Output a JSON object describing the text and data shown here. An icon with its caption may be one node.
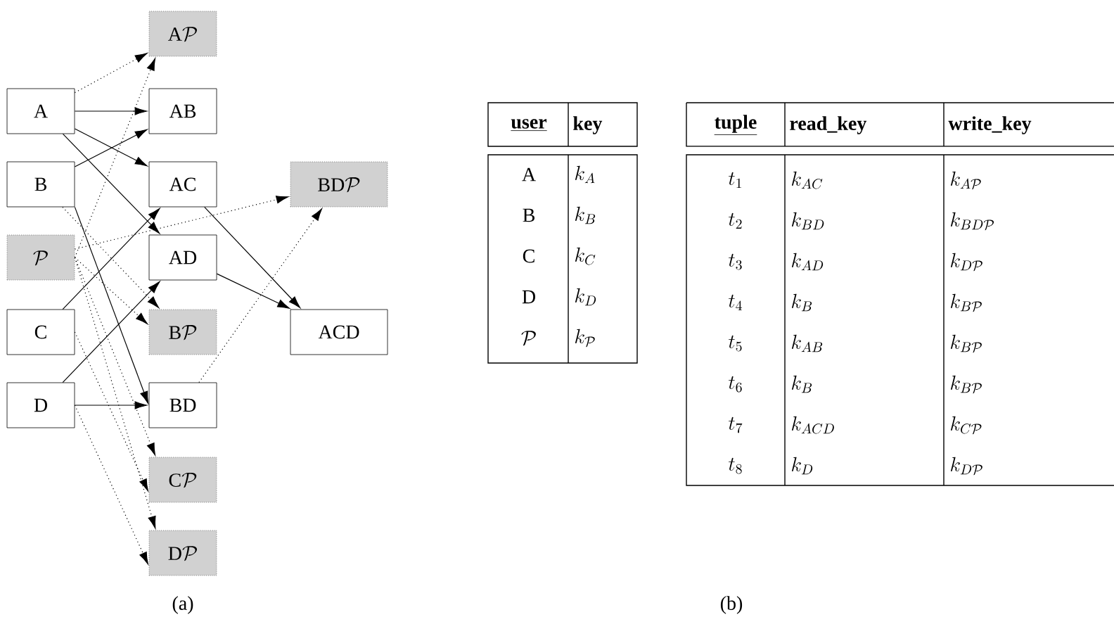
{
  "diagram": {
    "nodes": [
      {
        "text": [
          "\\mathrm{A}"
        ]
      },
      {
        "text": [
          "\\mathrm{B}"
        ]
      },
      {
        "text": [
          "\\mathcal{P}"
        ]
      },
      {
        "text": [
          "\\mathrm{C}"
        ]
      },
      {
        "text": [
          "\\mathrm{D}"
        ]
      },
      {
        "text": [
          "\\mathrm{A}\\mathcal{P}"
        ]
      },
      {
        "text": [
          "\\mathrm{AB}"
        ]
      },
      {
        "text": [
          "\\mathrm{AC}"
        ]
      },
      {
        "text": [
          "\\mathrm{AD}"
        ]
      },
      {
        "text": [
          "\\mathrm{B}\\mathcal{P}"
        ]
      },
      {
        "text": [
          "\\mathrm{BD}"
        ]
      },
      {
        "text": [
          "\\mathrm{C}\\mathcal{P}"
        ]
      },
      {
        "text": [
          "\\mathrm{D}\\mathcal{P}"
        ]
      },
      {
        "text": [
          "\\mathrm{BD}\\mathcal{P}"
        ]
      },
      {
        "text": [
          "\\mathrm{ACD}"
        ]
      }
    ],
    "edges": [
      {
        "from": 0,
        "to": 6,
        "arrow": "to"
      },
      {
        "from": 0,
        "to": 7,
        "arrow": "to"
      },
      {
        "from": 0,
        "to": 8,
        "arrow": "to"
      },
      {
        "from": 1,
        "to": 6,
        "arrow": "to"
      },
      {
        "from": 1,
        "to": 10,
        "arrow": "to"
      },
      {
        "from": 3,
        "to": 7,
        "arrow": "to"
      },
      {
        "from": 4,
        "to": 8,
        "arrow": "to"
      },
      {
        "from": 4,
        "to": 10,
        "arrow": "to"
      },
      {
        "from": 7,
        "to": 14,
        "arrow": "to"
      },
      {
        "from": 8,
        "to": 14,
        "arrow": "to"
      },
      {
        "from": 0,
        "to": 5,
        "arrow": "to",
        "style": "dashed"
      },
      {
        "from": 2,
        "to": 5,
        "arrow": "to",
        "style": "dashed"
      },
      {
        "from": 1,
        "to": 9,
        "arrow": "to",
        "style": "dashed"
      },
      {
        "from": 2,
        "to": 9,
        "arrow": "to",
        "style": "dashed"
      },
      {
        "from": 3,
        "to": 11,
        "arrow": "to",
        "style": "dashed"
      },
      {
        "from": 2,
        "to": 11,
        "arrow": "to",
        "style": "dashed"
      },
      {
        "from": 4,
        "to": 12,
        "arrow": "to",
        "style": "dashed"
      },
      {
        "from": 2,
        "to": 12,
        "arrow": "to",
        "style": "dashed"
      },
      {
        "from": 2,
        "to": 13,
        "arrow": "to",
        "style": "dashed"
      },
      {
        "from": 10,
        "to": 13,
        "arrow": "to",
        "style": "dashed"
      }
    ],
    "labels": [
      "user",
      "key",
      "\\mathrm{A}",
      "k_{A}",
      "\\mathrm{B}",
      "k_{B}",
      "\\mathrm{C}",
      "k_{C}",
      "\\mathrm{D}",
      "k_{D}",
      "\\mathcal{P}",
      "k_{\\mathcal{P}}",
      "tuple",
      "read_key",
      "write_key",
      "t_1",
      "k_{AC}",
      "k_{A\\mathcal{P}}",
      "t_2",
      "k_{BD}",
      "k_{BD\\mathcal{P}}",
      "t_3",
      "k_{AD}",
      "k_{D\\mathcal{P}}",
      "t_4",
      "k_{B}",
      "k_{B\\mathcal{P}}",
      "t_5",
      "k_{AB}",
      "k_{B\\mathcal{P}}",
      "t_6",
      "k_{B}",
      "k_{B\\mathcal{P}}",
      "t_7",
      "k_{ACD}",
      "k_{C\\mathcal{P}}",
      "t_8",
      "k_{D}",
      "k_{D\\mathcal{P}}",
      "(a)",
      "(b)"
    ]
  }
}
